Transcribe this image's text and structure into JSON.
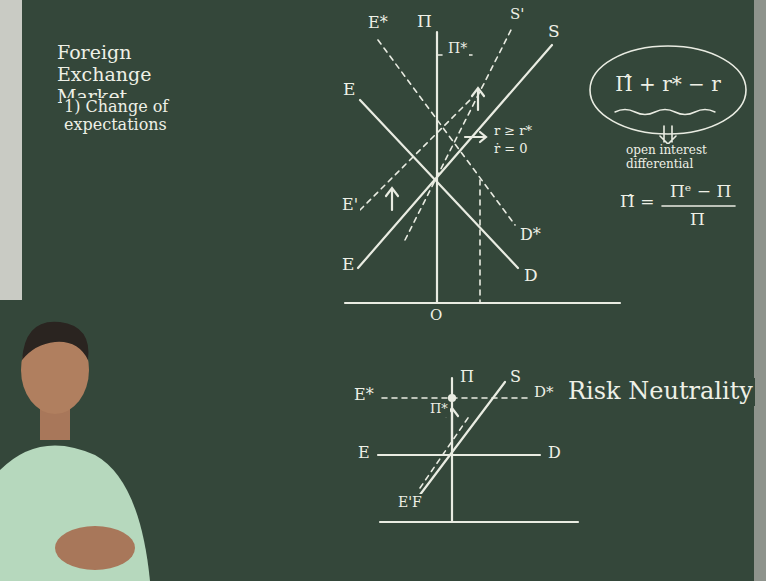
{
  "diagram": {
    "nodes": [
      {
        "text": [
          "Π̂ + r* − r"
        ]
      }
    ],
    "labels": [
      "Foreign Exchange Market",
      "1) Change of expectations",
      "E*",
      "Π",
      "S'",
      "S",
      "E",
      "Π*",
      "r ≥ r*",
      "ṙ = 0",
      "E'",
      "E",
      "D*",
      "D",
      "O",
      "open interest differential",
      "Π̂ =",
      "Πᵉ − Π",
      "Π",
      "E*",
      "Π",
      "Π*",
      "S",
      "D*",
      "Risk Neutrality",
      "E",
      "D",
      "E'F"
    ]
  }
}
